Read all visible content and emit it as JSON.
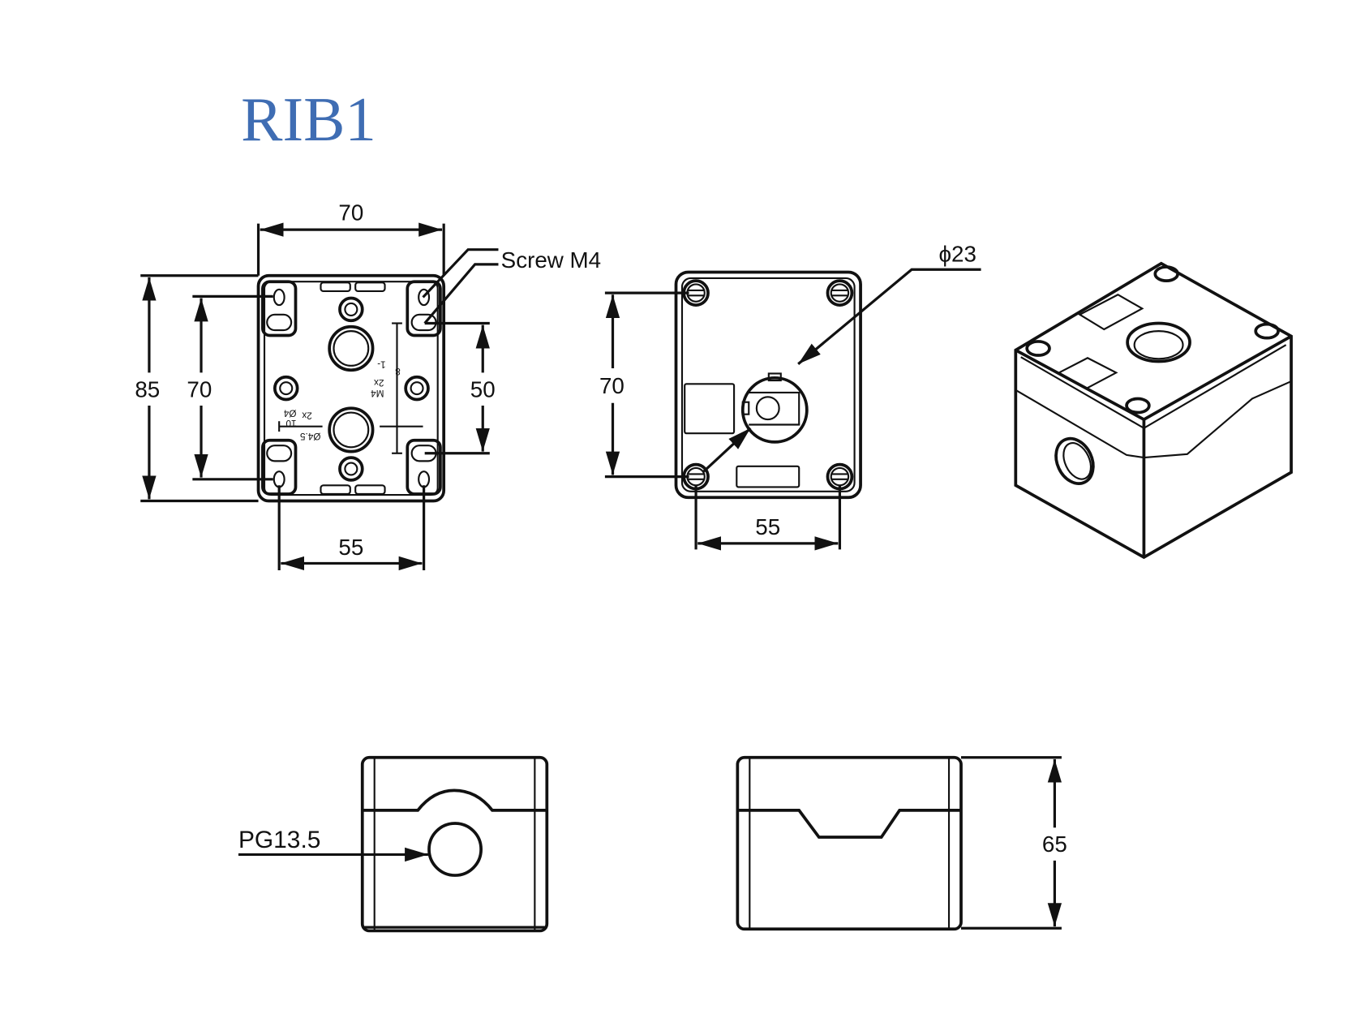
{
  "title": "RIB1",
  "back_view": {
    "width_label": "70",
    "height_label": "85",
    "inner_height_label": "70",
    "slot_spacing_label": "50",
    "bottom_width_label": "55",
    "screw_label": "Screw M4",
    "small_labels": [
      "8",
      "1-",
      "2x",
      "M4",
      "2x",
      "10",
      "Ø4",
      "Ø4.5"
    ]
  },
  "front_view": {
    "hole_diameter_label": "ϕ23",
    "height_label": "70",
    "width_label": "55"
  },
  "side_view_left": {
    "gland_label": "PG13.5"
  },
  "side_view_right": {
    "height_label": "65"
  },
  "colors": {
    "title": "#3f6db3",
    "lines": "#111111"
  }
}
